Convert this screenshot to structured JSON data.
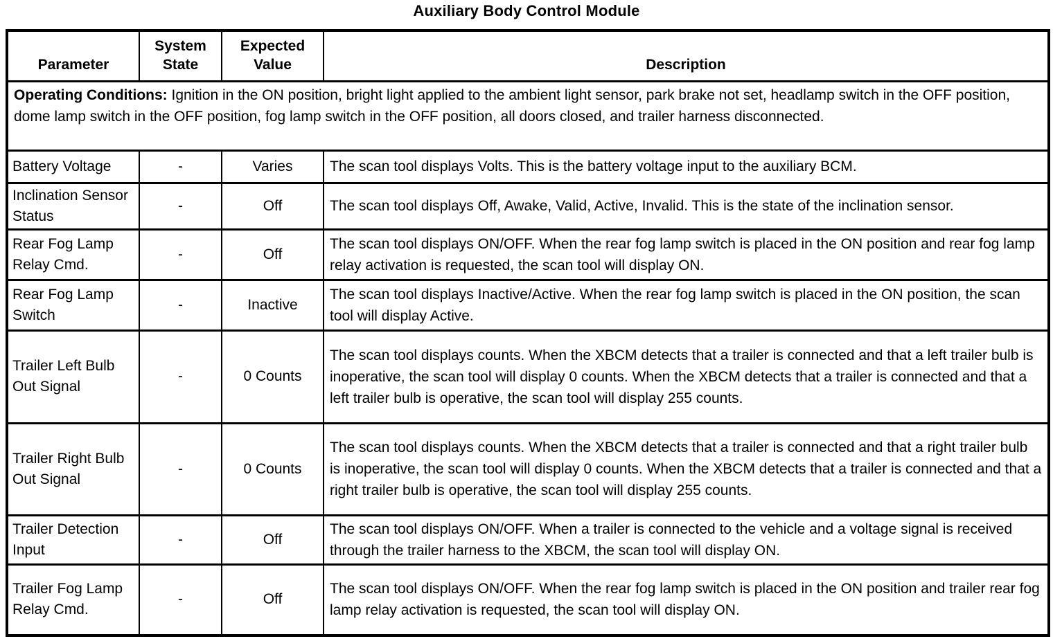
{
  "title": "Auxiliary Body Control Module",
  "table": {
    "headers": [
      "Parameter",
      "System State",
      "Expected Value",
      "Description"
    ],
    "operating_conditions": {
      "label": "Operating Conditions:",
      "text": " Ignition in the ON position, bright light applied to the ambient light sensor, park brake not set, headlamp switch in the OFF position, dome lamp switch in the OFF position, fog lamp switch in the OFF position, all doors closed, and trailer harness disconnected."
    },
    "rows": [
      {
        "parameter": "Battery Voltage",
        "system_state": "-",
        "expected_value": "Varies",
        "description": "The scan tool displays Volts. This is the battery voltage input to the auxiliary BCM."
      },
      {
        "parameter": "Inclination Sensor Status",
        "system_state": "-",
        "expected_value": "Off",
        "description": "The scan tool displays Off, Awake, Valid, Active, Invalid. This is the state of the inclination sensor."
      },
      {
        "parameter": "Rear Fog Lamp Relay Cmd.",
        "system_state": "-",
        "expected_value": "Off",
        "description": "The scan tool displays ON/OFF. When the rear fog lamp switch is placed in the ON position and rear fog lamp relay activation is requested, the scan tool will display ON."
      },
      {
        "parameter": "Rear Fog Lamp Switch",
        "system_state": "-",
        "expected_value": "Inactive",
        "description": "The scan tool displays Inactive/Active. When the rear fog lamp switch is placed in the ON position, the scan tool will display Active."
      },
      {
        "parameter": "Trailer Left Bulb Out Signal",
        "system_state": "-",
        "expected_value": "0 Counts",
        "description": "The scan tool displays counts. When the XBCM detects that a trailer is connected and that a left trailer bulb is inoperative, the scan tool will display 0 counts. When the XBCM detects that a trailer is connected and that a left trailer bulb is operative, the scan tool will display 255 counts."
      },
      {
        "parameter": "Trailer Right Bulb Out Signal",
        "system_state": "-",
        "expected_value": "0 Counts",
        "description": "The scan tool displays counts. When the XBCM detects that a trailer is connected and that a right trailer bulb is inoperative, the scan tool will display 0 counts. When the XBCM detects that a trailer is connected and that a right trailer bulb is operative, the scan tool will display 255 counts."
      },
      {
        "parameter": "Trailer Detection Input",
        "system_state": "-",
        "expected_value": "Off",
        "description": "The scan tool displays ON/OFF. When a trailer is connected to the vehicle and a voltage signal is received through the trailer harness to the XBCM, the scan tool will display ON."
      },
      {
        "parameter": "Trailer Fog Lamp Relay Cmd.",
        "system_state": "-",
        "expected_value": "Off",
        "description": "The scan tool displays ON/OFF. When the rear fog lamp switch is placed in the ON position and trailer rear fog lamp relay activation is requested, the scan tool will display ON."
      }
    ]
  }
}
